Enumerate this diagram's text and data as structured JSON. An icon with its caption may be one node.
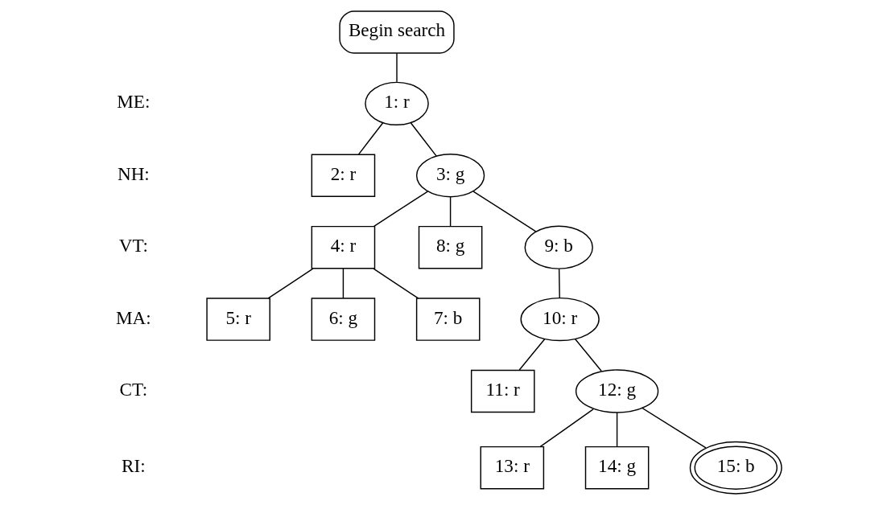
{
  "diagram": {
    "nodes": [
      {
        "text": [
          "Begin search"
        ]
      },
      {
        "text": [
          "1: r"
        ]
      },
      {
        "text": [
          "2: r"
        ]
      },
      {
        "text": [
          "3: g"
        ]
      },
      {
        "text": [
          "4: r"
        ]
      },
      {
        "text": [
          "5: r"
        ]
      },
      {
        "text": [
          "6: g"
        ]
      },
      {
        "text": [
          "7: b"
        ]
      },
      {
        "text": [
          "8: g"
        ]
      },
      {
        "text": [
          "9: b"
        ]
      },
      {
        "text": [
          "10: r"
        ]
      },
      {
        "text": [
          "11: r"
        ]
      },
      {
        "text": [
          "12: g"
        ]
      },
      {
        "text": [
          "13: r"
        ]
      },
      {
        "text": [
          "14: g"
        ]
      },
      {
        "text": [
          "15: b"
        ]
      }
    ],
    "edges": [
      {
        "from": 0,
        "to": 1,
        "arrow": "none"
      },
      {
        "from": 1,
        "to": 2,
        "arrow": "none"
      },
      {
        "from": 1,
        "to": 3,
        "arrow": "none"
      },
      {
        "from": 3,
        "to": 4,
        "arrow": "none"
      },
      {
        "from": 3,
        "to": 8,
        "arrow": "none"
      },
      {
        "from": 3,
        "to": 9,
        "arrow": "none"
      },
      {
        "from": 4,
        "to": 5,
        "arrow": "none"
      },
      {
        "from": 4,
        "to": 6,
        "arrow": "none"
      },
      {
        "from": 4,
        "to": 7,
        "arrow": "none"
      },
      {
        "from": 9,
        "to": 10,
        "arrow": "none"
      },
      {
        "from": 10,
        "to": 11,
        "arrow": "none"
      },
      {
        "from": 10,
        "to": 12,
        "arrow": "none"
      },
      {
        "from": 12,
        "to": 13,
        "arrow": "none"
      },
      {
        "from": 12,
        "to": 14,
        "arrow": "none"
      },
      {
        "from": 12,
        "to": 15,
        "arrow": "none"
      }
    ],
    "labels": [
      "ME:",
      "NH:",
      "VT:",
      "MA:",
      "CT:",
      "RI:"
    ]
  }
}
